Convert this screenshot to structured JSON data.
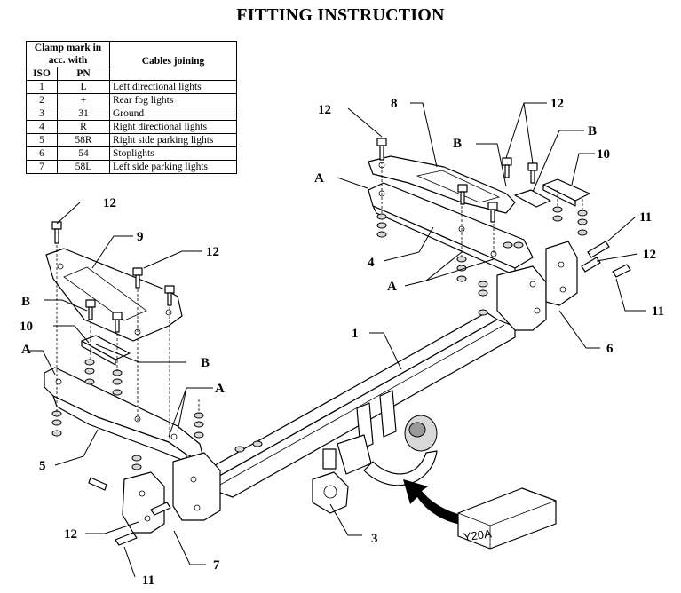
{
  "title": "FITTING INSTRUCTION",
  "table": {
    "header_clamp": "Clamp mark in acc. with",
    "header_iso": "ISO",
    "header_pn": "PN",
    "header_cables": "Cables joining",
    "rows": [
      {
        "iso": "1",
        "pn": "L",
        "cable": "Left directional lights"
      },
      {
        "iso": "2",
        "pn": "+",
        "cable": "Rear fog lights"
      },
      {
        "iso": "3",
        "pn": "31",
        "cable": "Ground"
      },
      {
        "iso": "4",
        "pn": "R",
        "cable": "Right directional lights"
      },
      {
        "iso": "5",
        "pn": "58R",
        "cable": "Right side parking lights"
      },
      {
        "iso": "6",
        "pn": "54",
        "cable": "Stoplights"
      },
      {
        "iso": "7",
        "pn": "58L",
        "cable": "Left side parking lights"
      }
    ]
  },
  "labels": {
    "p1": "1",
    "p3": "3",
    "p4": "4",
    "p5": "5",
    "p6": "6",
    "p7": "7",
    "p8": "8",
    "p9": "9",
    "p10_left": "10",
    "p10_right": "10",
    "p11_a": "11",
    "p11_b": "11",
    "p11_c": "11",
    "p12_a": "12",
    "p12_b": "12",
    "p12_c": "12",
    "p12_d": "12",
    "p12_e": "12",
    "p12_f": "12",
    "a_left": "A",
    "a_left2": "A",
    "a_right": "A",
    "a_right2": "A",
    "b_left": "B",
    "b_left2": "B",
    "b_right": "B",
    "b_right2": "B"
  },
  "box_label": "Y20A"
}
